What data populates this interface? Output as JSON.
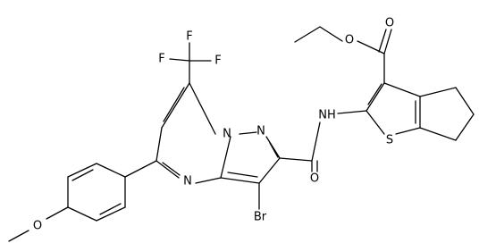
{
  "atoms": {
    "F_top": "F",
    "F_left": "F",
    "F_right": "F",
    "N_ring1": "N",
    "N_ring2": "N",
    "N_ring3": "N",
    "NH": "NH",
    "O_carbonyl_amide": "O",
    "O_ester_carbonyl": "O",
    "O_ester_ether": "O",
    "S": "S",
    "Br": "Br",
    "O_methoxy": "O"
  }
}
